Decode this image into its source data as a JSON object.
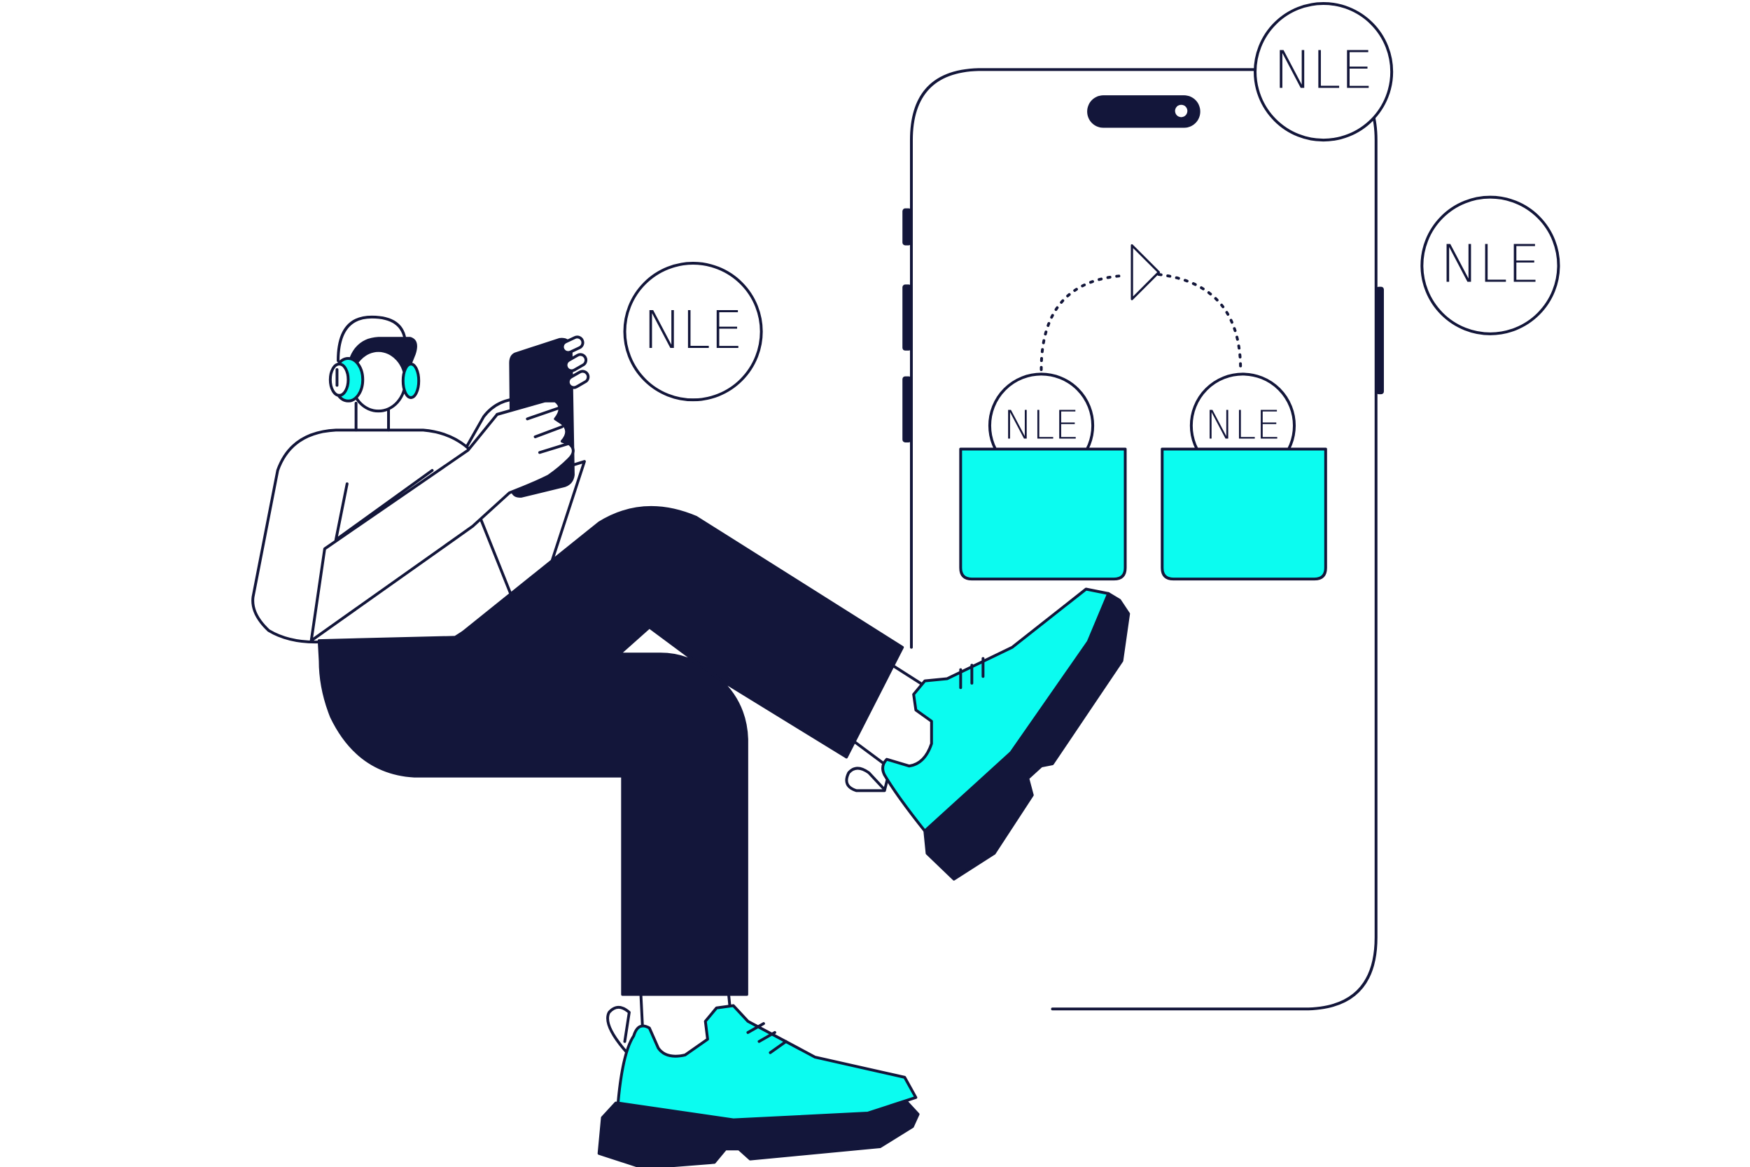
{
  "colors": {
    "ink": "#13163a",
    "accent": "#0bfcf0",
    "paper": "#ffffff"
  },
  "coins": {
    "floating_top": "NLE",
    "floating_right": "NLE",
    "floating_left": "NLE",
    "wallet_left": "NLE",
    "wallet_right": "NLE"
  },
  "icons": {
    "transfer_arrow": "play-triangle-icon",
    "phone": "smartphone-icon"
  }
}
